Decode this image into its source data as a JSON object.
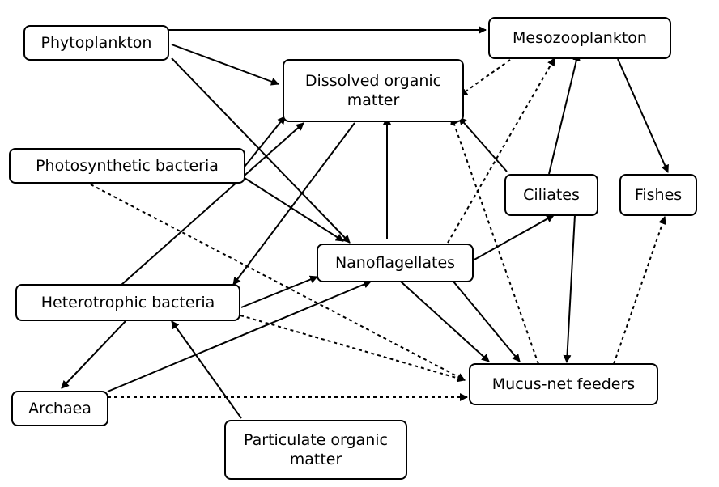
{
  "nodes": {
    "phytoplankton": {
      "lines": [
        "Phytoplankton"
      ]
    },
    "mesozooplankton": {
      "lines": [
        "Mesozooplankton"
      ]
    },
    "dom": {
      "lines": [
        "Dissolved organic",
        "matter"
      ]
    },
    "photosynthetic_bacteria": {
      "lines": [
        "Photosynthetic bacteria"
      ]
    },
    "ciliates": {
      "lines": [
        "Ciliates"
      ]
    },
    "fishes": {
      "lines": [
        "Fishes"
      ]
    },
    "nanoflagellates": {
      "lines": [
        "Nanoflagellates"
      ]
    },
    "heterotrophic_bacteria": {
      "lines": [
        "Heterotrophic bacteria"
      ]
    },
    "archaea": {
      "lines": [
        "Archaea"
      ]
    },
    "mucus_net_feeders": {
      "lines": [
        "Mucus-net feeders"
      ]
    },
    "pom": {
      "lines": [
        "Particulate organic",
        "matter"
      ]
    }
  },
  "edges": [
    {
      "from": "phytoplankton",
      "to": "mesozooplankton",
      "style": "solid"
    },
    {
      "from": "phytoplankton",
      "to": "dom",
      "style": "solid"
    },
    {
      "from": "phytoplankton",
      "to": "nanoflagellates",
      "style": "solid"
    },
    {
      "from": "photosynthetic_bacteria",
      "to": "dom",
      "style": "solid"
    },
    {
      "from": "photosynthetic_bacteria",
      "to": "nanoflagellates",
      "style": "solid"
    },
    {
      "from": "photosynthetic_bacteria",
      "to": "mucus_net_feeders",
      "style": "dashed"
    },
    {
      "from": "heterotrophic_bacteria",
      "to": "dom",
      "style": "solid"
    },
    {
      "from": "dom",
      "to": "heterotrophic_bacteria",
      "style": "solid"
    },
    {
      "from": "heterotrophic_bacteria",
      "to": "nanoflagellates",
      "style": "solid"
    },
    {
      "from": "heterotrophic_bacteria",
      "to": "archaea",
      "style": "solid"
    },
    {
      "from": "heterotrophic_bacteria",
      "to": "mucus_net_feeders",
      "style": "dashed"
    },
    {
      "from": "archaea",
      "to": "nanoflagellates",
      "style": "solid"
    },
    {
      "from": "archaea",
      "to": "mucus_net_feeders",
      "style": "dashed"
    },
    {
      "from": "pom",
      "to": "heterotrophic_bacteria",
      "style": "solid"
    },
    {
      "from": "nanoflagellates",
      "to": "dom",
      "style": "solid"
    },
    {
      "from": "nanoflagellates",
      "to": "ciliates",
      "style": "solid"
    },
    {
      "from": "nanoflagellates",
      "to": "mucus_net_feeders",
      "style": "solid"
    },
    {
      "from": "nanoflagellates",
      "to": "mucus_net_feeders",
      "style": "solid"
    },
    {
      "from": "nanoflagellates",
      "to": "mesozooplankton",
      "style": "dashed"
    },
    {
      "from": "ciliates",
      "to": "dom",
      "style": "solid"
    },
    {
      "from": "ciliates",
      "to": "mesozooplankton",
      "style": "solid"
    },
    {
      "from": "ciliates",
      "to": "mucus_net_feeders",
      "style": "solid"
    },
    {
      "from": "mesozooplankton",
      "to": "dom",
      "style": "dashed"
    },
    {
      "from": "mesozooplankton",
      "to": "fishes",
      "style": "solid"
    },
    {
      "from": "mucus_net_feeders",
      "to": "dom",
      "style": "dashed"
    },
    {
      "from": "mucus_net_feeders",
      "to": "fishes",
      "style": "dashed"
    }
  ]
}
